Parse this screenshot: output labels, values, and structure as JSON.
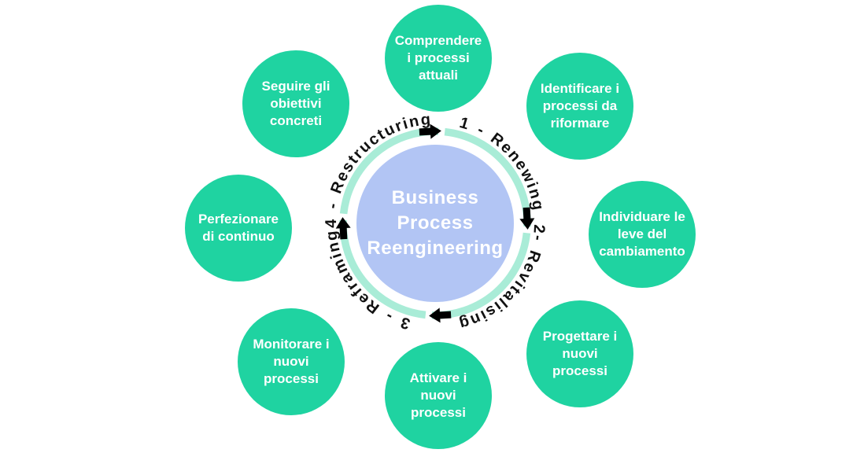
{
  "diagram": {
    "center": {
      "lines": [
        "Business",
        "Process",
        "Reengineering"
      ]
    },
    "phases": [
      {
        "label": "1 - Renewing"
      },
      {
        "label": "2- Revitalising"
      },
      {
        "label": "3 - Reframing"
      },
      {
        "label": "4 - Restructuring"
      }
    ],
    "steps": [
      {
        "position": "top",
        "lines": [
          "Comprendere",
          "i processi",
          "attuali"
        ]
      },
      {
        "position": "top-right",
        "lines": [
          "Identificare i",
          "processi da",
          "riformare"
        ]
      },
      {
        "position": "right",
        "lines": [
          "Individuare le",
          "leve del",
          "cambiamento"
        ]
      },
      {
        "position": "bottom-right",
        "lines": [
          "Progettare i",
          "nuovi",
          "processi"
        ]
      },
      {
        "position": "bottom",
        "lines": [
          "Attivare i",
          "nuovi",
          "processi"
        ]
      },
      {
        "position": "bottom-left",
        "lines": [
          "Monitorare i",
          "nuovi",
          "processi"
        ]
      },
      {
        "position": "left",
        "lines": [
          "Perfezionare",
          "di continuo"
        ]
      },
      {
        "position": "top-left",
        "lines": [
          "Seguire gli",
          "obiettivi",
          "concreti"
        ]
      }
    ],
    "colors": {
      "step_circle_green": "#1fd3a1",
      "center_circle_blue": "#b2c5f4",
      "ring_mint": "#a9ecd7",
      "arrow_black": "#000000",
      "phase_label_black": "#111111",
      "circle_text_white": "#ffffff",
      "background": "#ffffff"
    }
  }
}
